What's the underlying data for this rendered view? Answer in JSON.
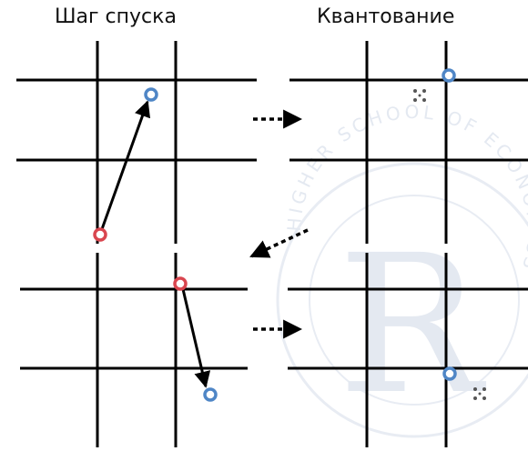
{
  "titles": {
    "left": "Шаг спуска",
    "right": "Квантование"
  },
  "colors": {
    "grid": "#000000",
    "start_point": "#d9464f",
    "end_point": "#4f86c6",
    "quantized_residual": "#555555",
    "watermark": "#dfe4ee"
  },
  "watermark": {
    "letter": "R",
    "ring_text": "HIGHER SCHOOL OF ECONOMICS"
  }
}
